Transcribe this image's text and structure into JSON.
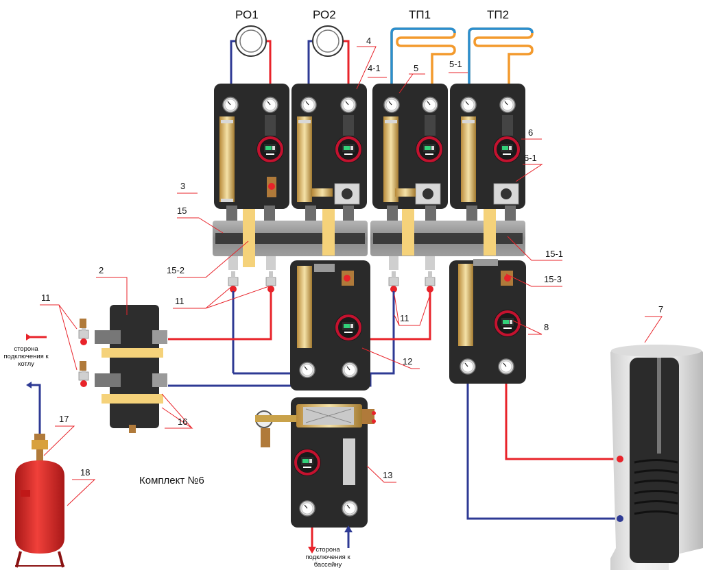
{
  "circuits": {
    "ro1": "РО1",
    "ro2": "РО2",
    "tp1": "ТП1",
    "tp2": "ТП2"
  },
  "labels": {
    "n2": "2",
    "n3": "3",
    "n4": "4",
    "n4_1": "4-1",
    "n5": "5",
    "n5_1": "5-1",
    "n6": "6",
    "n6_1": "6-1",
    "n7": "7",
    "n8": "8",
    "n11_a": "11",
    "n11_b": "11",
    "n11_c": "11",
    "n12": "12",
    "n13": "13",
    "n15": "15",
    "n15_1": "15-1",
    "n15_2": "15-2",
    "n15_3": "15-3",
    "n16": "16",
    "n17": "17",
    "n18": "18"
  },
  "notes": {
    "boiler_side": "сторона подключения к котлу",
    "pool_side": "сторона подключения к бассейну"
  },
  "kit_title": "Комплект №6",
  "colors": {
    "supply": "#e8232a",
    "return": "#2e3a94",
    "floor_orange": "#f39a2d",
    "floor_blue": "#2a8fd0",
    "module_body": "#2a2a2a",
    "manifold": "#8c8c8c",
    "insulation_yellow": "#f5d27a",
    "tank_red": "#d92b2b"
  }
}
